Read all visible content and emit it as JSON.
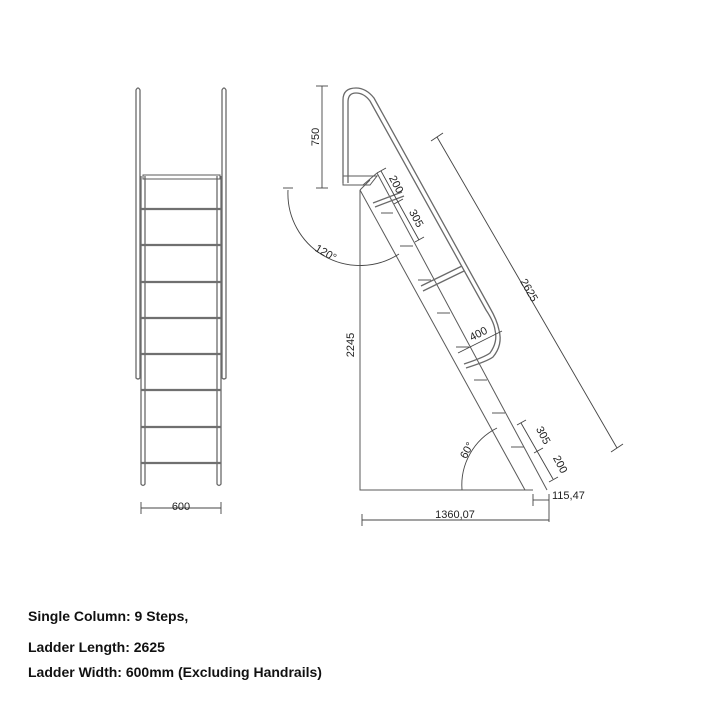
{
  "front_view": {
    "width_dimension": "600",
    "steps_count": 9
  },
  "side_view": {
    "handrail_height": "750",
    "top_angle": "120°",
    "top_step_offset": "200",
    "step_spacing_top": "305",
    "handrail_width": "400",
    "ladder_length": "2625",
    "height": "2245",
    "base_angle": "60°",
    "step_spacing_bottom": "305",
    "bottom_step_offset": "200",
    "base_length": "1360,07",
    "foot_offset": "115,47"
  },
  "notes": {
    "line1": "Single Column: 9 Steps,",
    "line2": "Ladder Length: 2625",
    "line3": "Ladder Width: 600mm (Excluding Handrails)"
  }
}
